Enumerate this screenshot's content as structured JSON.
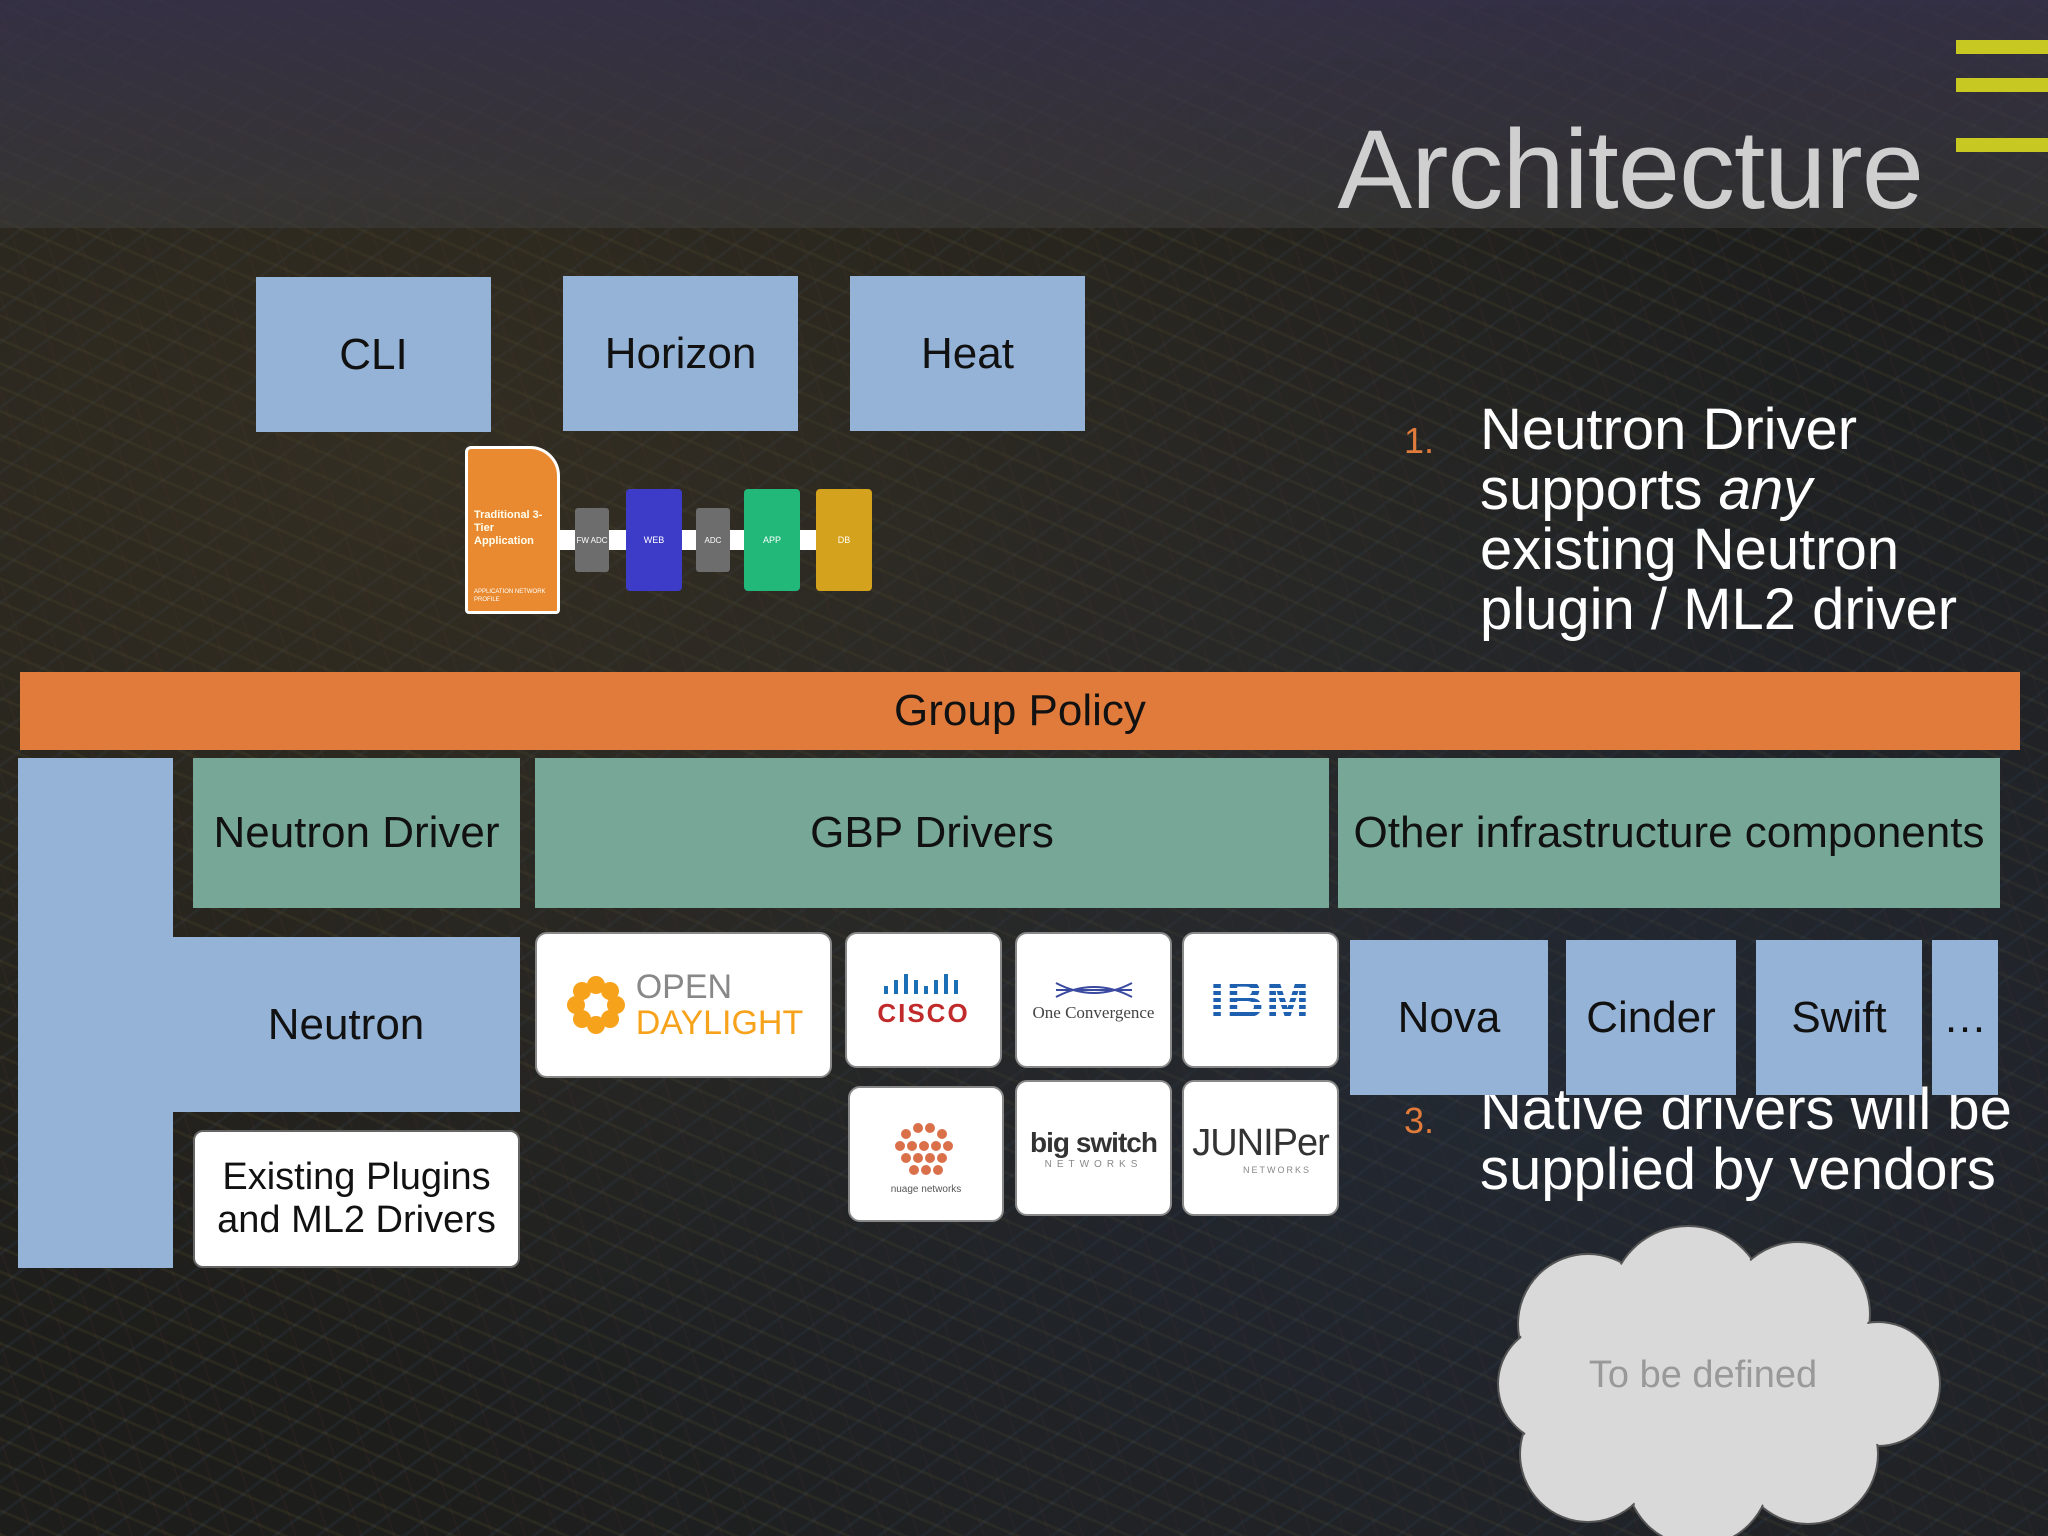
{
  "slide": {
    "title": "Architecture"
  },
  "top_boxes": {
    "cli": "CLI",
    "horizon": "Horizon",
    "heat": "Heat"
  },
  "app_profile": {
    "card_text": "Traditional 3-Tier Application",
    "card_footer": "APPLICATION NETWORK PROFILE",
    "chain": [
      "FW ADC",
      "WEB",
      "ADC",
      "APP",
      "DB"
    ]
  },
  "bullets": [
    {
      "num": "1.",
      "text_before": "Neutron Driver supports ",
      "emph": "any",
      "text_after": " existing Neutron plugin / ML2 driver"
    },
    {
      "num": "3.",
      "text": "Native drivers will be supplied by vendors"
    }
  ],
  "group_policy": "Group Policy",
  "layer2": {
    "neutron_driver": "Neutron Driver",
    "gbp_drivers": "GBP Drivers",
    "other_components": "Other infrastructure components"
  },
  "neutron": {
    "label": "Neutron",
    "existing_plugins": "Existing Plugins and ML2 Drivers"
  },
  "vendors": {
    "opendaylight_1": "OPEN",
    "opendaylight_2": "DAYLIGHT",
    "cisco": "CISCO",
    "one_convergence": "One Convergence",
    "ibm": "IBM",
    "nuage": "nuage networks",
    "bigswitch_1": "big switch",
    "bigswitch_2": "NETWORKS",
    "juniper_1": "JUNIPer",
    "juniper_2": "NETWORKS"
  },
  "services": {
    "nova": "Nova",
    "cinder": "Cinder",
    "swift": "Swift",
    "more": "…"
  },
  "cloud": "To be defined",
  "colors": {
    "blue_box": "#95b3d7",
    "green_box": "#76a797",
    "group_policy": "#e07b3c",
    "stripe": "#c8c822"
  }
}
